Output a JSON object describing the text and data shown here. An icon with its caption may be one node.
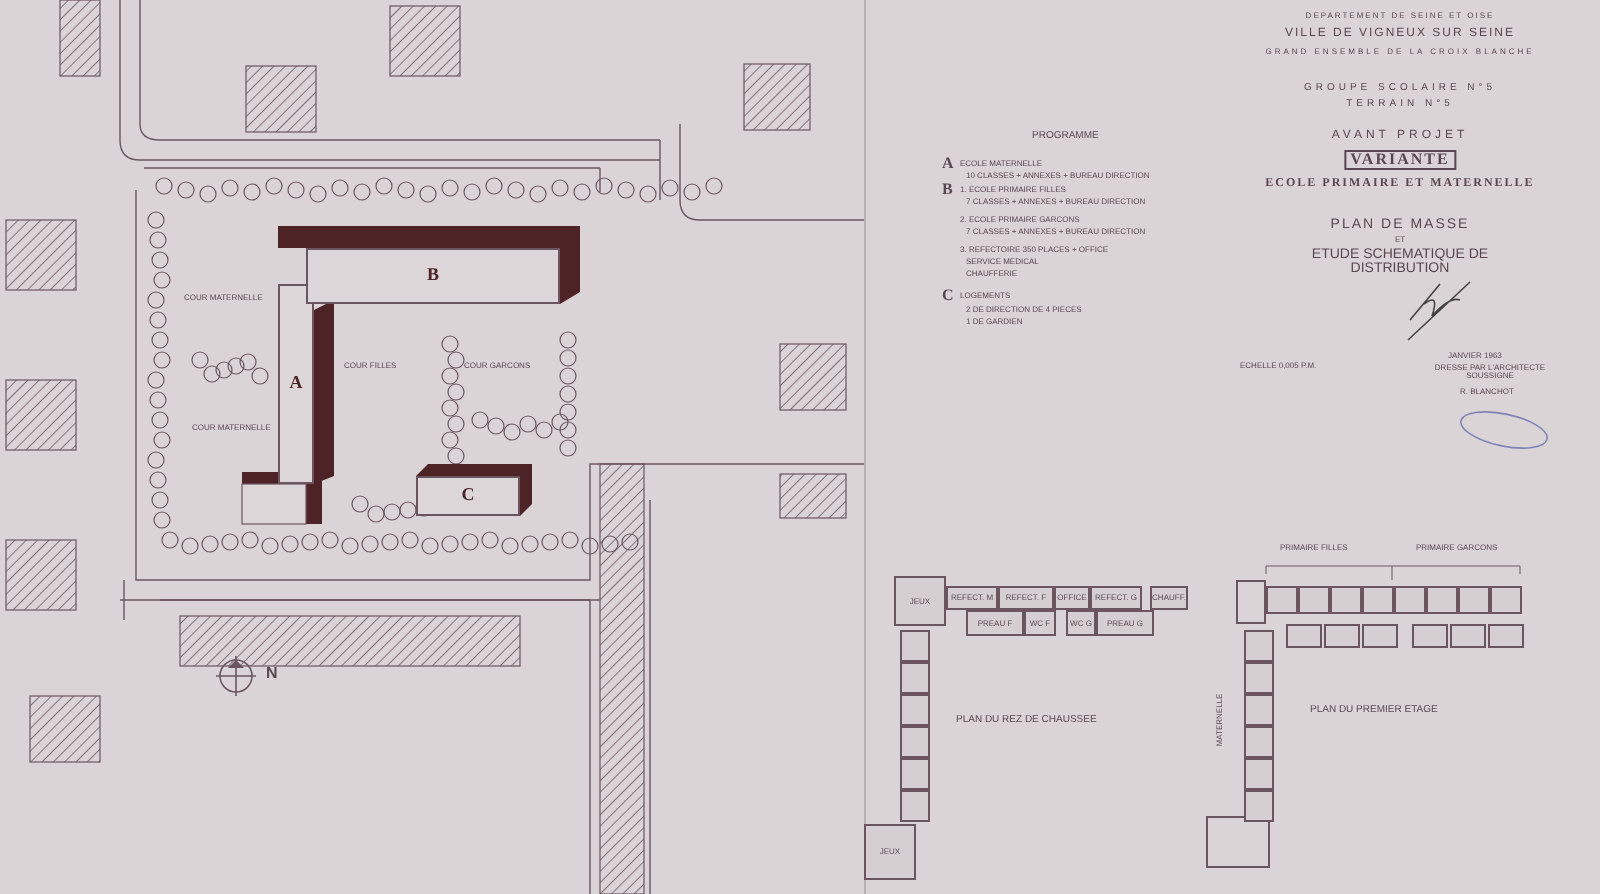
{
  "diagram": {
    "nodes": [
      {
        "text": [
          "A"
        ]
      },
      {
        "text": [
          "B"
        ]
      },
      {
        "text": [
          "C"
        ]
      },
      {
        "text": [
          "JEUX"
        ]
      },
      {
        "text": [
          "REFECT. M"
        ]
      },
      {
        "text": [
          "REFECT. F"
        ]
      },
      {
        "text": [
          "OFFICE"
        ]
      },
      {
        "text": [
          "REFECT. G"
        ]
      },
      {
        "text": [
          "CHAUFF."
        ]
      },
      {
        "text": [
          "PREAU F"
        ]
      },
      {
        "text": [
          "WC F"
        ]
      },
      {
        "text": [
          "WC G"
        ]
      },
      {
        "text": [
          "PREAU G"
        ]
      },
      {
        "text": [],
        "shape": "box"
      },
      {
        "text": [],
        "shape": "box"
      },
      {
        "text": [],
        "shape": "box"
      },
      {
        "text": [],
        "shape": "box"
      },
      {
        "text": [],
        "shape": "box"
      },
      {
        "text": [],
        "shape": "box"
      },
      {
        "text": [
          "JEUX"
        ]
      },
      {
        "text": [],
        "shape": "box"
      },
      {
        "text": [],
        "shape": "box"
      },
      {
        "text": [],
        "shape": "box"
      },
      {
        "text": [],
        "shape": "box"
      },
      {
        "text": [],
        "shape": "box"
      },
      {
        "text": [],
        "shape": "box"
      },
      {
        "text": [],
        "shape": "box"
      },
      {
        "text": [],
        "shape": "box"
      },
      {
        "text": [],
        "shape": "box"
      },
      {
        "text": [],
        "shape": "box"
      },
      {
        "text": [],
        "shape": "box"
      },
      {
        "text": [],
        "shape": "box"
      },
      {
        "text": [],
        "shape": "box"
      },
      {
        "text": [],
        "shape": "box"
      },
      {
        "text": [],
        "shape": "box"
      },
      {
        "text": [],
        "shape": "box"
      },
      {
        "text": [],
        "shape": "box"
      },
      {
        "text": [],
        "shape": "box"
      },
      {
        "text": [],
        "shape": "box"
      },
      {
        "text": [],
        "shape": "box"
      }
    ],
    "edges": [],
    "labels": [
      "DEPARTEMENT DE SEINE ET OISE",
      "VILLE DE VIGNEUX SUR SEINE",
      "GRAND ENSEMBLE DE LA CROIX BLANCHE",
      "GROUPE SCOLAIRE N°5",
      "TERRAIN N°5",
      "AVANT PROJET",
      "VARIANTE",
      "ECOLE PRIMAIRE ET MATERNELLE",
      "PLAN DE MASSE",
      "ET",
      "ETUDE SCHEMATIQUE DE DISTRIBUTION",
      "ECHELLE 0,005 P.M.",
      "JANVIER 1963",
      "DRESSE PAR L'ARCHITECTE SOUSSIGNE",
      "R. BLANCHOT",
      "PROGRAMME",
      "A",
      "ECOLE MATERNELLE",
      "10 CLASSES + ANNEXES + BUREAU DIRECTION",
      "B",
      "1. ECOLE PRIMAIRE FILLES",
      "7 CLASSES + ANNEXES + BUREAU DIRECTION",
      "2. ECOLE PRIMAIRE GARCONS",
      "7 CLASSES + ANNEXES + BUREAU DIRECTION",
      "3. REFECTOIRE 350 PLACES + OFFICE",
      "SERVICE MEDICAL",
      "CHAUFFERIE",
      "C",
      "LOGEMENTS",
      "2 DE DIRECTION DE 4 PIECES",
      "1 DE GARDIEN",
      "COUR MATERNELLE",
      "COUR FILLES",
      "COUR GARCONS",
      "COUR MATERNELLE",
      "N",
      "PLAN DU REZ DE CHAUSSEE",
      "PLAN DU PREMIER ETAGE",
      "PRIMAIRE FILLES",
      "PRIMAIRE GARCONS",
      "MATERNELLE"
    ]
  }
}
